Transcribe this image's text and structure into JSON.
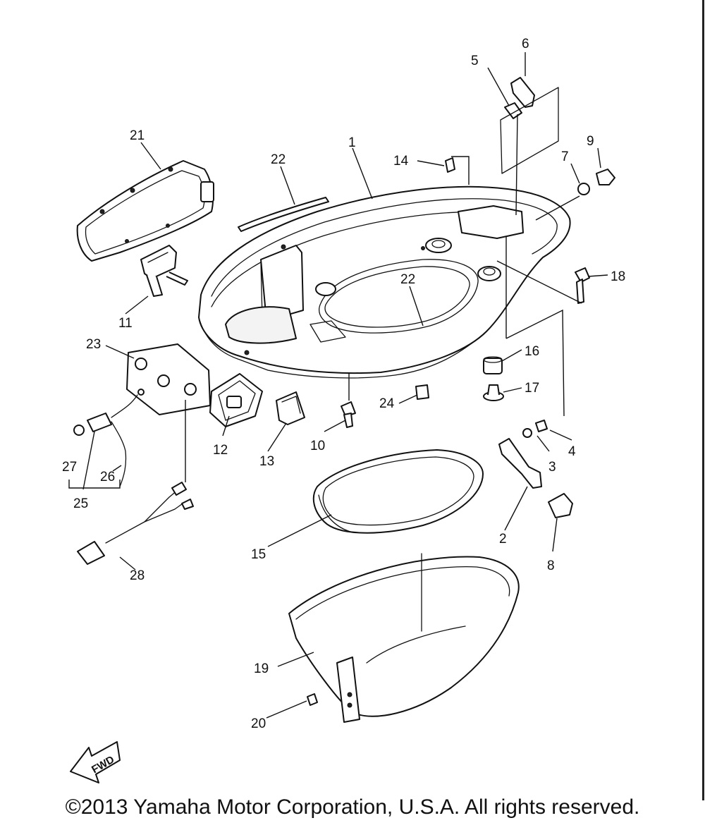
{
  "callouts": [
    {
      "id": "1",
      "text": "1"
    },
    {
      "id": "2",
      "text": "2"
    },
    {
      "id": "3",
      "text": "3"
    },
    {
      "id": "4",
      "text": "4"
    },
    {
      "id": "5",
      "text": "5"
    },
    {
      "id": "6",
      "text": "6"
    },
    {
      "id": "7",
      "text": "7"
    },
    {
      "id": "8",
      "text": "8"
    },
    {
      "id": "9",
      "text": "9"
    },
    {
      "id": "10",
      "text": "10"
    },
    {
      "id": "11",
      "text": "11"
    },
    {
      "id": "12",
      "text": "12"
    },
    {
      "id": "13",
      "text": "13"
    },
    {
      "id": "14",
      "text": "14"
    },
    {
      "id": "15",
      "text": "15"
    },
    {
      "id": "16",
      "text": "16"
    },
    {
      "id": "17",
      "text": "17"
    },
    {
      "id": "18",
      "text": "18"
    },
    {
      "id": "19",
      "text": "19"
    },
    {
      "id": "20",
      "text": "20"
    },
    {
      "id": "21",
      "text": "21"
    },
    {
      "id": "22a",
      "text": "22"
    },
    {
      "id": "22b",
      "text": "22"
    },
    {
      "id": "23",
      "text": "23"
    },
    {
      "id": "24",
      "text": "24"
    },
    {
      "id": "25",
      "text": "25"
    },
    {
      "id": "26",
      "text": "26"
    },
    {
      "id": "27",
      "text": "27"
    },
    {
      "id": "28",
      "text": "28"
    }
  ],
  "direction_marker": "FWD",
  "copyright": "©2013 Yamaha Motor Corporation, U.S.A. All rights reserved."
}
